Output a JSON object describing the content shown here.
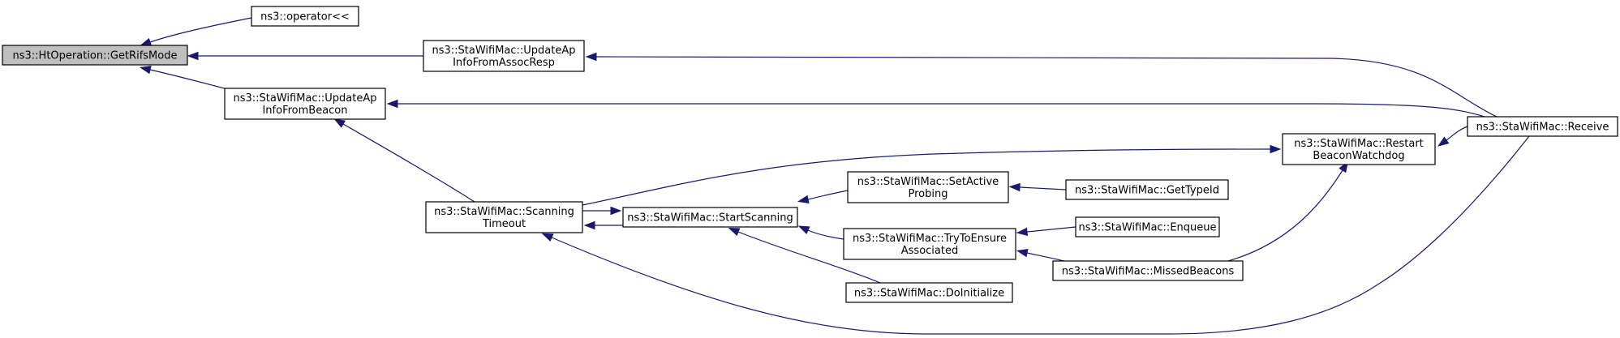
{
  "colors": {
    "edge": "#191970",
    "node_border": "#000000",
    "node_fill": "#ffffff",
    "root_fill": "#bfbfbf"
  },
  "nodes": {
    "getrifsmode": {
      "lines": [
        "ns3::HtOperation::GetRifsMode"
      ]
    },
    "operator": {
      "lines": [
        "ns3::operator<<"
      ]
    },
    "updateassoc": {
      "lines": [
        "ns3::StaWifiMac::UpdateAp",
        "InfoFromAssocResp"
      ]
    },
    "updatebeacon": {
      "lines": [
        "ns3::StaWifiMac::UpdateAp",
        "InfoFromBeacon"
      ]
    },
    "scanning": {
      "lines": [
        "ns3::StaWifiMac::Scanning",
        "Timeout"
      ]
    },
    "startscanning": {
      "lines": [
        "ns3::StaWifiMac::StartScanning"
      ]
    },
    "setactive": {
      "lines": [
        "ns3::StaWifiMac::SetActive",
        "Probing"
      ]
    },
    "tryensure": {
      "lines": [
        "ns3::StaWifiMac::TryToEnsure",
        "Associated"
      ]
    },
    "doinit": {
      "lines": [
        "ns3::StaWifiMac::DoInitialize"
      ]
    },
    "gettypeid": {
      "lines": [
        "ns3::StaWifiMac::GetTypeId"
      ]
    },
    "enqueue": {
      "lines": [
        "ns3::StaWifiMac::Enqueue"
      ]
    },
    "missed": {
      "lines": [
        "ns3::StaWifiMac::MissedBeacons"
      ]
    },
    "restart": {
      "lines": [
        "ns3::StaWifiMac::Restart",
        "BeaconWatchdog"
      ]
    },
    "receive": {
      "lines": [
        "ns3::StaWifiMac::Receive"
      ]
    }
  },
  "edges": [
    {
      "from": "operator",
      "to": "getrifsmode"
    },
    {
      "from": "updateassoc",
      "to": "getrifsmode"
    },
    {
      "from": "updatebeacon",
      "to": "getrifsmode"
    },
    {
      "from": "receive",
      "to": "updateassoc"
    },
    {
      "from": "receive",
      "to": "updatebeacon"
    },
    {
      "from": "scanning",
      "to": "updatebeacon"
    },
    {
      "from": "scanning",
      "to": "startscanning"
    },
    {
      "from": "scanning",
      "to": "restart"
    },
    {
      "from": "startscanning",
      "to": "scanning"
    },
    {
      "from": "receive",
      "to": "scanning"
    },
    {
      "from": "setactive",
      "to": "startscanning"
    },
    {
      "from": "tryensure",
      "to": "startscanning"
    },
    {
      "from": "doinit",
      "to": "startscanning"
    },
    {
      "from": "gettypeid",
      "to": "setactive"
    },
    {
      "from": "enqueue",
      "to": "tryensure"
    },
    {
      "from": "missed",
      "to": "tryensure"
    },
    {
      "from": "missed",
      "to": "restart"
    },
    {
      "from": "receive",
      "to": "restart"
    }
  ]
}
